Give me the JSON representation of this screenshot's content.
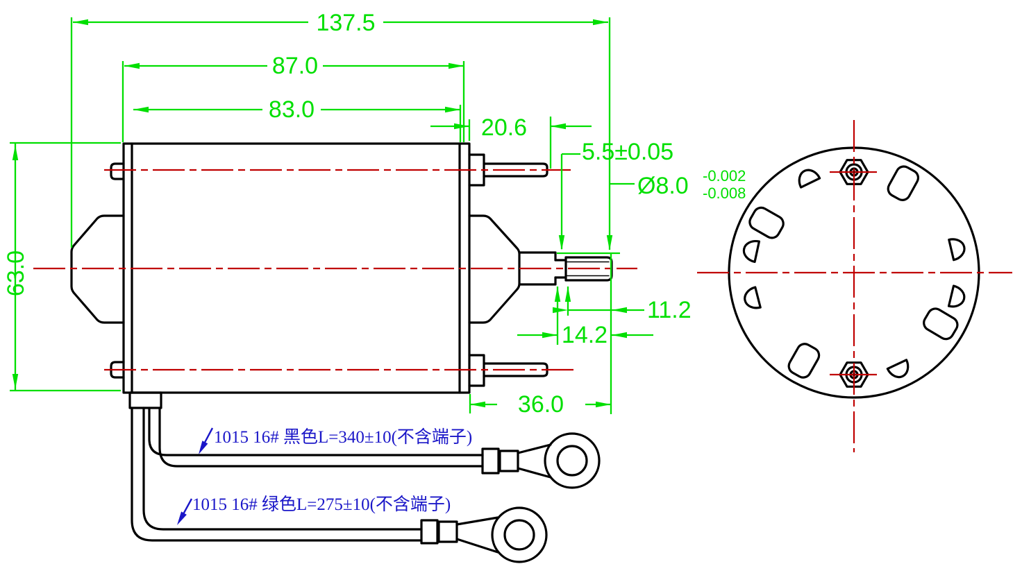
{
  "dims": {
    "overall_length": "137.5",
    "flange_length": "87.0",
    "body_length": "83.0",
    "terminal_length": "20.6",
    "shaft_step_length": "5.5±0.05",
    "shaft_diameter": "Ø8.0",
    "shaft_diameter_tol_upper": "-0.002",
    "shaft_diameter_tol_lower": "-0.008",
    "body_diameter": "63.0",
    "thread_length": "11.2",
    "shaft_extension": "14.2",
    "shaft_total_length": "36.0"
  },
  "wires": {
    "black_label": "1015 16# 黑色L=340±10(不含端子)",
    "green_label": "1015 16# 绿色L=275±10(不含端子)"
  },
  "colors": {
    "dimension_green": "#00df00",
    "centerline_red": "#c00000",
    "outline_black": "#000000",
    "annotation_blue": "#1a16c8"
  }
}
